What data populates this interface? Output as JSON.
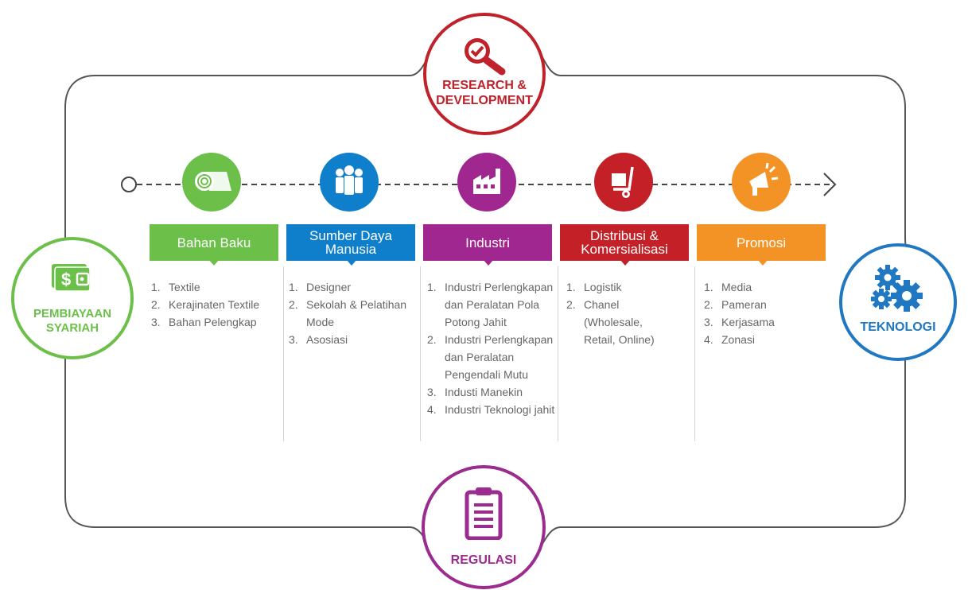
{
  "hubs": {
    "research": {
      "line1": "RESEARCH &",
      "line2": "DEVELOPMENT",
      "color": "#c0222c",
      "icon": "magnifier-check-icon"
    },
    "regulasi": {
      "line1": "REGULASI",
      "color": "#9b2b8e",
      "icon": "clipboard-icon"
    },
    "pembiayaan": {
      "line1": "PEMBIAYAAN",
      "line2": "SYARIAH",
      "color": "#6cc04a",
      "icon": "wallet-icon"
    },
    "teknologi": {
      "line1": "TEKNOLOGI",
      "color": "#1f78c1",
      "icon": "gears-icon"
    }
  },
  "stages": [
    {
      "title": "Bahan Baku",
      "color": "#6cc04a",
      "icon": "fabric-roll-icon",
      "items": [
        {
          "num": "1.",
          "text": "Textile"
        },
        {
          "num": "2.",
          "text": "Kerajinaten Textile"
        },
        {
          "num": "3.",
          "text": "Bahan Pelengkap"
        }
      ]
    },
    {
      "title": "Sumber Daya Manusia",
      "color": "#0f7fcb",
      "icon": "people-icon",
      "items": [
        {
          "num": "1.",
          "text": "Designer"
        },
        {
          "num": "2.",
          "text": "Sekolah & Pelatihan Mode"
        },
        {
          "num": "3.",
          "text": "Asosiasi"
        }
      ]
    },
    {
      "title": "Industri",
      "color": "#a0278f",
      "icon": "factory-icon",
      "items": [
        {
          "num": "1.",
          "text": "Industri Perlengkapan dan Peralatan Pola Potong Jahit"
        },
        {
          "num": "2.",
          "text": "Industri Perlengkapan dan Peralatan Pengendali Mutu"
        },
        {
          "num": "3.",
          "text": "Industi Manekin"
        },
        {
          "num": "4.",
          "text": "Industri Teknologi jahit"
        }
      ]
    },
    {
      "title": "Distribusi & Komersialisasi",
      "color": "#c32127",
      "icon": "hand-truck-icon",
      "items": [
        {
          "num": "1.",
          "text": "Logistik"
        },
        {
          "num": "2.",
          "text": "Chanel (Wholesale, Retail, Online)"
        }
      ]
    },
    {
      "title": "Promosi",
      "color": "#f39325",
      "icon": "megaphone-icon",
      "items": [
        {
          "num": "1.",
          "text": "Media"
        },
        {
          "num": "2.",
          "text": "Pameran"
        },
        {
          "num": "3.",
          "text": "Kerjasama"
        },
        {
          "num": "4.",
          "text": "Zonasi"
        }
      ]
    }
  ]
}
